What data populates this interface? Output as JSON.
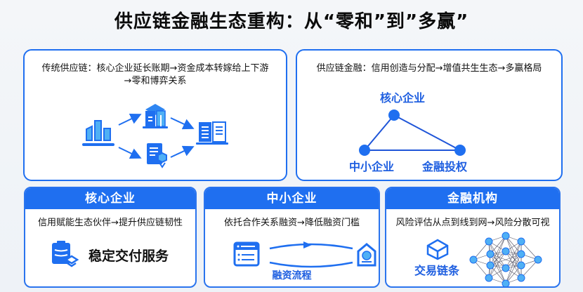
{
  "title": "供应链金融生态重构：从“零和”到”多赢”",
  "colors": {
    "primary": "#1f6ff0",
    "light": "#4fb0f5",
    "text": "#111111"
  },
  "traditional": {
    "text": "传统供应链：核心企业延长账期→资金成本转嫁给上下游→零和博弈关系",
    "icons": [
      "bar-chart-icon",
      "factory-icon",
      "certificate-document-icon",
      "ledger-icon"
    ]
  },
  "scf": {
    "text": "供应链金融：信用创造与分配→增值共生生态→多赢格局",
    "nodes": {
      "top": "核心企业",
      "left": "中小企业",
      "right": "金融投权"
    }
  },
  "cards": [
    {
      "header": "核心企业",
      "subtitle": "信用赋能生态伙伴→提升供应链韧性",
      "feature": "稳定交付服务",
      "icon": "delivery-clipboard-icon"
    },
    {
      "header": "中小企业",
      "subtitle": "依托合作关系融资→降低融资门槛",
      "feature": "融资流程",
      "icon": "form-icon"
    },
    {
      "header": "金融机构",
      "subtitle": "风险评估从点到线到网→风险分散可视",
      "feature": "交易链条",
      "icon": "cube-icon"
    }
  ]
}
